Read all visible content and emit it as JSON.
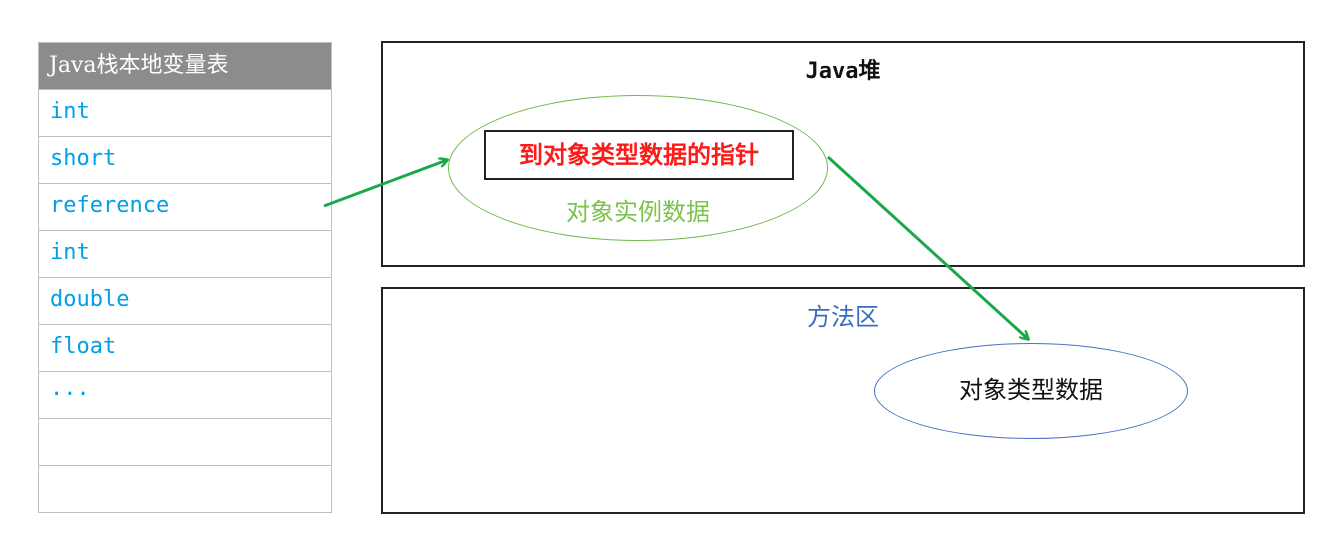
{
  "stack_table": {
    "header": "Java栈本地变量表",
    "rows": [
      "int",
      "short",
      "reference",
      "int",
      "double",
      "float",
      "...",
      "",
      ""
    ]
  },
  "heap": {
    "title": "Java堆",
    "pointer_label": "到对象类型数据的指针",
    "instance_label": "对象实例数据"
  },
  "method_area": {
    "title": "方法区",
    "type_data_label": "对象类型数据"
  },
  "colors": {
    "header_bg": "#8c8c8c",
    "row_text": "#00a0e6",
    "arrow": "#19a94a",
    "pointer_text": "#ff1a1a",
    "instance_text": "#7cc24e",
    "method_title": "#3a6cc0"
  }
}
